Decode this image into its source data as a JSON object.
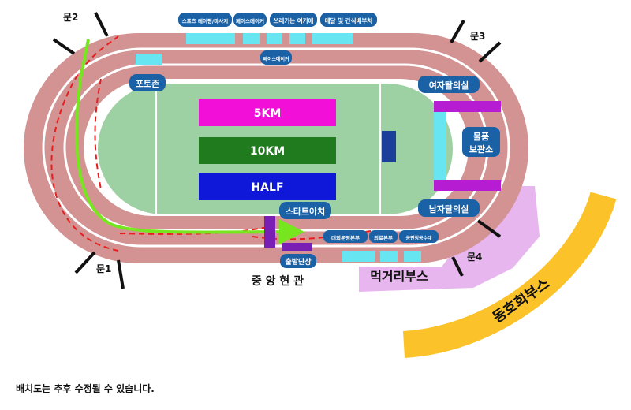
{
  "gates": {
    "gate1": "문1",
    "gate2": "문2",
    "gate3": "문3",
    "gate4": "문4"
  },
  "course_boxes": {
    "5km": "5KM",
    "10km": "10KM",
    "half": "HALF"
  },
  "labels": {
    "photo_zone": "포토존",
    "womens_changing": "여자탈의실",
    "mens_changing": "남자탈의실",
    "baggage_1": "물품",
    "baggage_2": "보관소",
    "start_arch": "스타트아치",
    "start_stage": "출발단상",
    "central_hall": "중 앙 현 관",
    "food_booth": "먹거리부스",
    "club_booth": "동호회부스",
    "sports_taping": "스포츠 테이핑/마사지",
    "pacemaker_1": "페이스메이커",
    "trash_here": "쓰레기는 여기에",
    "medal_snack": "메달 및 간식배부처",
    "pacemaker_2": "페이스메이커",
    "hq": "대회운영본부",
    "medical": "의료본부",
    "records": "공인정공수대"
  },
  "colors": {
    "track": "#d39393",
    "infield": "#9dd0a3",
    "course_5km": "#f20fd8",
    "course_10km": "#1f7b1e",
    "course_half": "#0f17d8",
    "booth": "#67e6f2",
    "label_pill": "#1b61a6",
    "changing_bar": "#b61cd1",
    "start_purple": "#7a1fb4",
    "route_arrow": "#76e61e",
    "dashed_route": "#e81e1e",
    "food_area": "#e8b6ee",
    "club_area": "#fbc22a"
  },
  "footer_note": "배치도는 추후 수정될 수 있습니다."
}
